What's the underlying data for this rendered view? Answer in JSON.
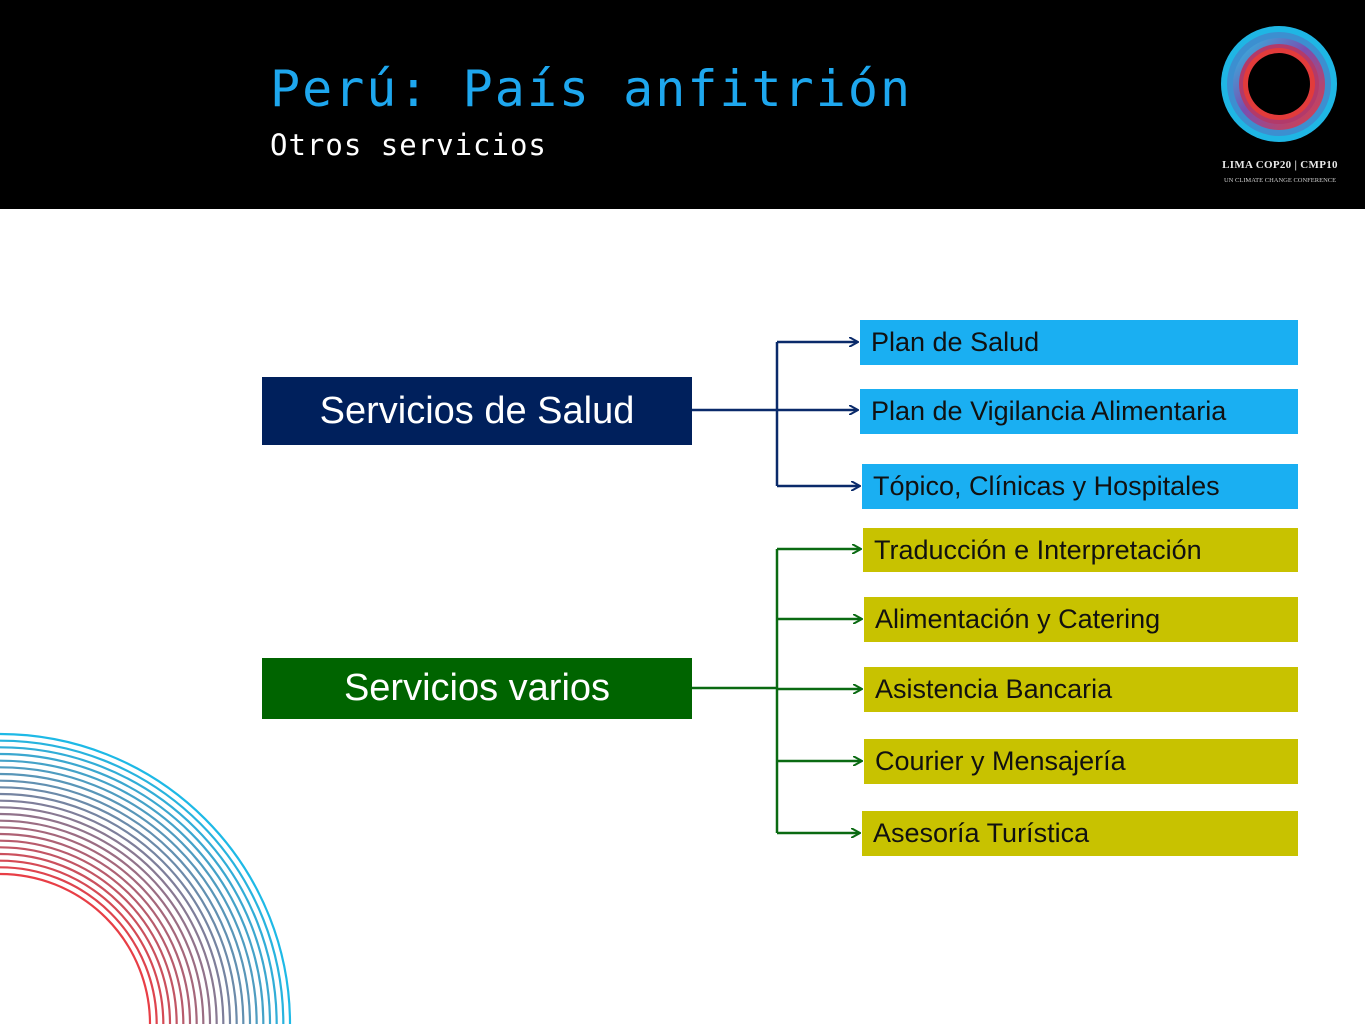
{
  "slide": {
    "title": "Perú: País anfitrión",
    "subtitle": "Otros servicios"
  },
  "logo": {
    "line1": "LIMA COP20 | CMP10",
    "line2": "UN CLIMATE CHANGE CONFERENCE"
  },
  "colors": {
    "header_bg": "#000000",
    "title": "#1ea7ee",
    "health_category": "#00205c",
    "misc_category": "#006400",
    "health_item": "#1aaff2",
    "misc_item": "#c8c200",
    "health_connector": "#0a2a6a",
    "misc_connector": "#0a6a12"
  },
  "diagram": {
    "categories": [
      {
        "label": "Servicios de Salud",
        "items": [
          "Plan de Salud",
          "Plan de Vigilancia Alimentaria",
          "Tópico, Clínicas y Hospitales"
        ]
      },
      {
        "label": "Servicios varios",
        "items": [
          "Traducción e Interpretación",
          "Alimentación y Catering",
          "Asistencia Bancaria",
          "Courier y Mensajería",
          "Asesoría Turística"
        ]
      }
    ]
  }
}
